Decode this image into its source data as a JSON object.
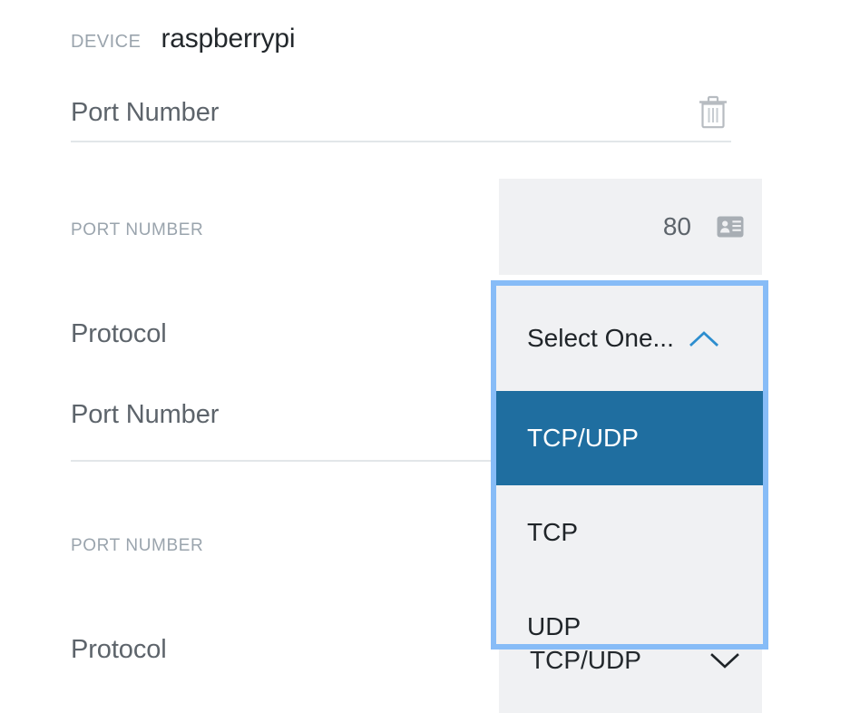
{
  "header": {
    "kicker": "DEVICE",
    "device_name": "raspberrypi"
  },
  "colors": {
    "page_background": "#ffffff",
    "field_background": "#f0f1f3",
    "focus_border": "#87bcf7",
    "option_selected_background": "#1f6ea0",
    "option_selected_text": "#ffffff",
    "muted_label": "#9aa4ad",
    "heading_text": "#5d646b",
    "body_text": "#1f2428",
    "divider": "#e2e6e9",
    "icon_gray": "#b7bcc1",
    "chevron_accent": "#2d8ecf"
  },
  "sections": [
    {
      "title": "Port Number",
      "delete_icon": "trash-icon",
      "fields": [
        {
          "label": "PORT NUMBER",
          "value": "80",
          "trailing_icon": "contact-card-icon"
        },
        {
          "label": "Protocol",
          "control": "dropdown",
          "state": "open"
        }
      ]
    },
    {
      "title": "Port Number",
      "fields": [
        {
          "label": "PORT NUMBER",
          "value": ""
        },
        {
          "label": "Protocol",
          "control": "select",
          "value": "TCP/UDP",
          "chevron": "chevron-down-icon"
        }
      ]
    }
  ],
  "dropdown": {
    "trigger_label": "Select One...",
    "chevron": "chevron-up-icon",
    "selected_index": 0,
    "options": [
      {
        "label": "TCP/UDP",
        "selected": true
      },
      {
        "label": "TCP",
        "selected": false
      },
      {
        "label": "UDP",
        "selected": false
      }
    ]
  }
}
